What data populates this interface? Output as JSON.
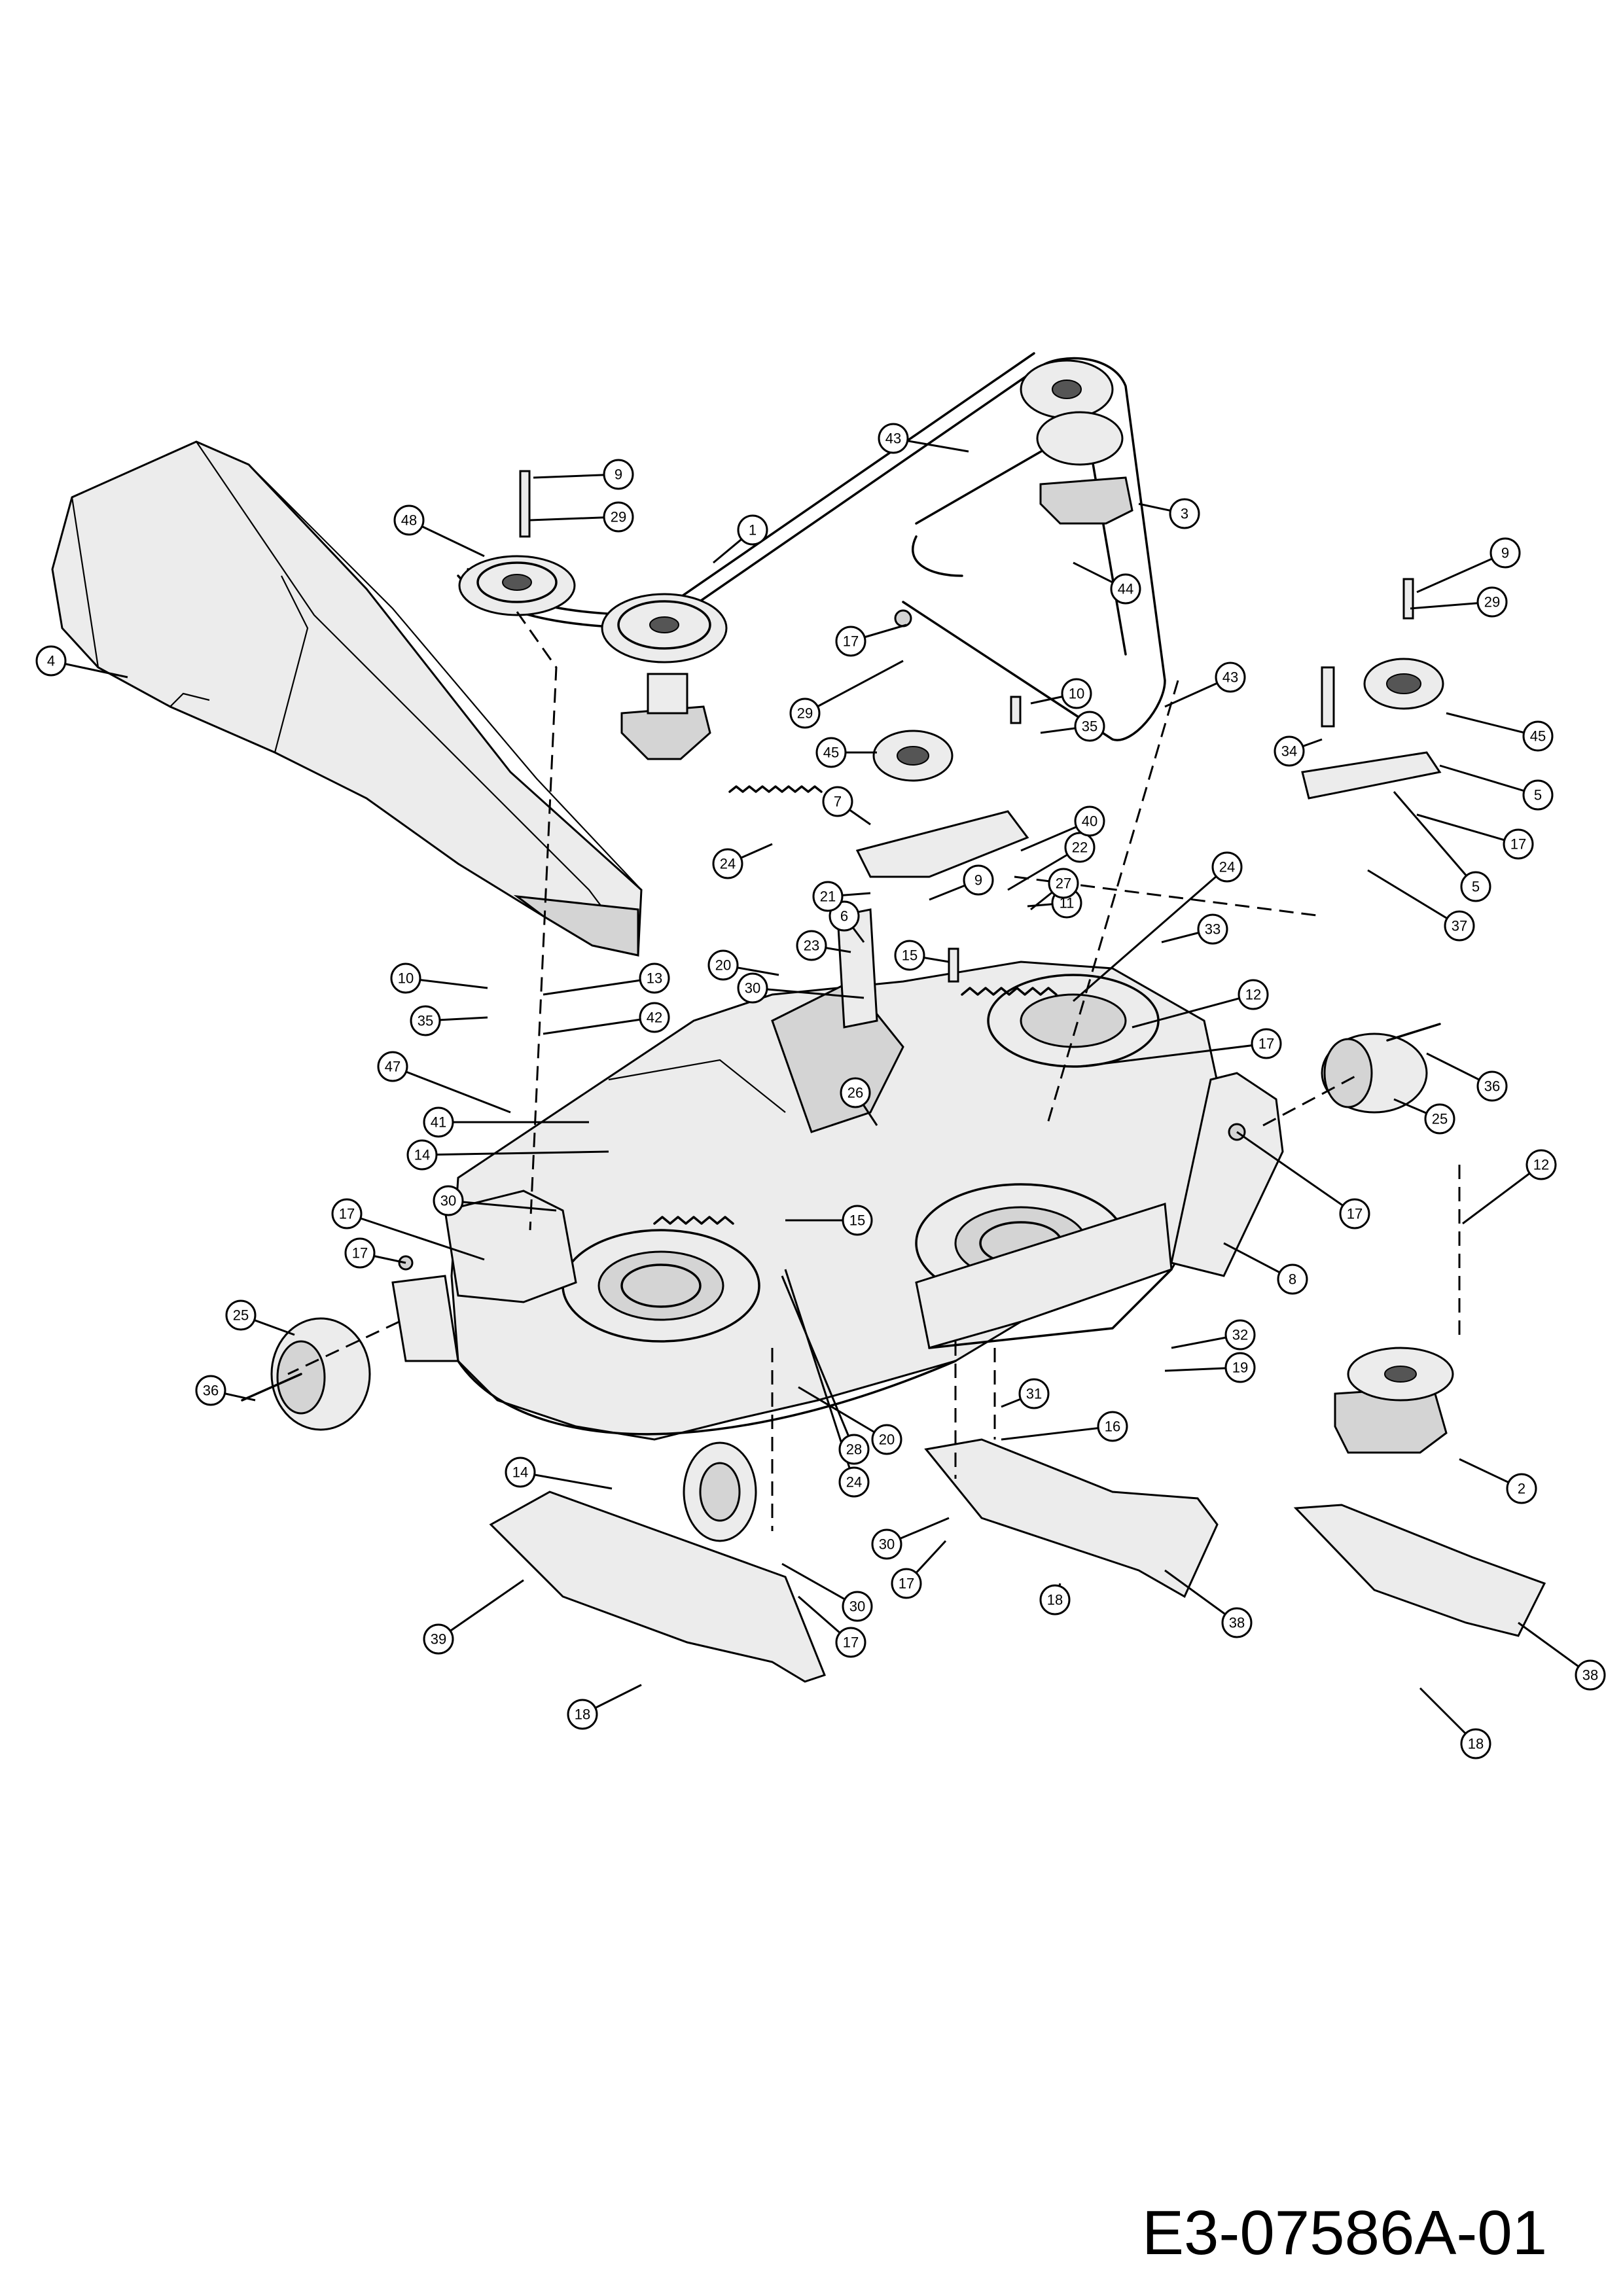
{
  "drawing_code": "E3-07586A-01",
  "callouts": [
    {
      "id": "c-1",
      "label": "1"
    },
    {
      "id": "c-2",
      "label": "2"
    },
    {
      "id": "c-3",
      "label": "3"
    },
    {
      "id": "c-4",
      "label": "4"
    },
    {
      "id": "c-5a",
      "label": "5"
    },
    {
      "id": "c-5b",
      "label": "5"
    },
    {
      "id": "c-6",
      "label": "6"
    },
    {
      "id": "c-7",
      "label": "7"
    },
    {
      "id": "c-8",
      "label": "8"
    },
    {
      "id": "c-9a",
      "label": "9"
    },
    {
      "id": "c-9b",
      "label": "9"
    },
    {
      "id": "c-9c",
      "label": "9"
    },
    {
      "id": "c-10a",
      "label": "10"
    },
    {
      "id": "c-10b",
      "label": "10"
    },
    {
      "id": "c-11",
      "label": "11"
    },
    {
      "id": "c-12a",
      "label": "12"
    },
    {
      "id": "c-12b",
      "label": "12"
    },
    {
      "id": "c-13",
      "label": "13"
    },
    {
      "id": "c-14a",
      "label": "14"
    },
    {
      "id": "c-14b",
      "label": "14"
    },
    {
      "id": "c-15a",
      "label": "15"
    },
    {
      "id": "c-15b",
      "label": "15"
    },
    {
      "id": "c-16",
      "label": "16"
    },
    {
      "id": "c-17a",
      "label": "17"
    },
    {
      "id": "c-17b",
      "label": "17"
    },
    {
      "id": "c-17c",
      "label": "17"
    },
    {
      "id": "c-17d",
      "label": "17"
    },
    {
      "id": "c-17e",
      "label": "17"
    },
    {
      "id": "c-17f",
      "label": "17"
    },
    {
      "id": "c-17g",
      "label": "17"
    },
    {
      "id": "c-17h",
      "label": "17"
    },
    {
      "id": "c-18a",
      "label": "18"
    },
    {
      "id": "c-18b",
      "label": "18"
    },
    {
      "id": "c-18c",
      "label": "18"
    },
    {
      "id": "c-19",
      "label": "19"
    },
    {
      "id": "c-20a",
      "label": "20"
    },
    {
      "id": "c-20b",
      "label": "20"
    },
    {
      "id": "c-21",
      "label": "21"
    },
    {
      "id": "c-22",
      "label": "22"
    },
    {
      "id": "c-23",
      "label": "23"
    },
    {
      "id": "c-24a",
      "label": "24"
    },
    {
      "id": "c-24b",
      "label": "24"
    },
    {
      "id": "c-24c",
      "label": "24"
    },
    {
      "id": "c-25a",
      "label": "25"
    },
    {
      "id": "c-25b",
      "label": "25"
    },
    {
      "id": "c-26",
      "label": "26"
    },
    {
      "id": "c-27",
      "label": "27"
    },
    {
      "id": "c-28",
      "label": "28"
    },
    {
      "id": "c-29a",
      "label": "29"
    },
    {
      "id": "c-29b",
      "label": "29"
    },
    {
      "id": "c-29c",
      "label": "29"
    },
    {
      "id": "c-30a",
      "label": "30"
    },
    {
      "id": "c-30b",
      "label": "30"
    },
    {
      "id": "c-30c",
      "label": "30"
    },
    {
      "id": "c-30d",
      "label": "30"
    },
    {
      "id": "c-31",
      "label": "31"
    },
    {
      "id": "c-32",
      "label": "32"
    },
    {
      "id": "c-33",
      "label": "33"
    },
    {
      "id": "c-34",
      "label": "34"
    },
    {
      "id": "c-35a",
      "label": "35"
    },
    {
      "id": "c-35b",
      "label": "35"
    },
    {
      "id": "c-36a",
      "label": "36"
    },
    {
      "id": "c-36b",
      "label": "36"
    },
    {
      "id": "c-37",
      "label": "37"
    },
    {
      "id": "c-38a",
      "label": "38"
    },
    {
      "id": "c-38b",
      "label": "38"
    },
    {
      "id": "c-39",
      "label": "39"
    },
    {
      "id": "c-40",
      "label": "40"
    },
    {
      "id": "c-41",
      "label": "41"
    },
    {
      "id": "c-42",
      "label": "42"
    },
    {
      "id": "c-43a",
      "label": "43"
    },
    {
      "id": "c-43b",
      "label": "43"
    },
    {
      "id": "c-44",
      "label": "44"
    },
    {
      "id": "c-45a",
      "label": "45"
    },
    {
      "id": "c-45b",
      "label": "45"
    },
    {
      "id": "c-47",
      "label": "47"
    },
    {
      "id": "c-48",
      "label": "48"
    }
  ]
}
